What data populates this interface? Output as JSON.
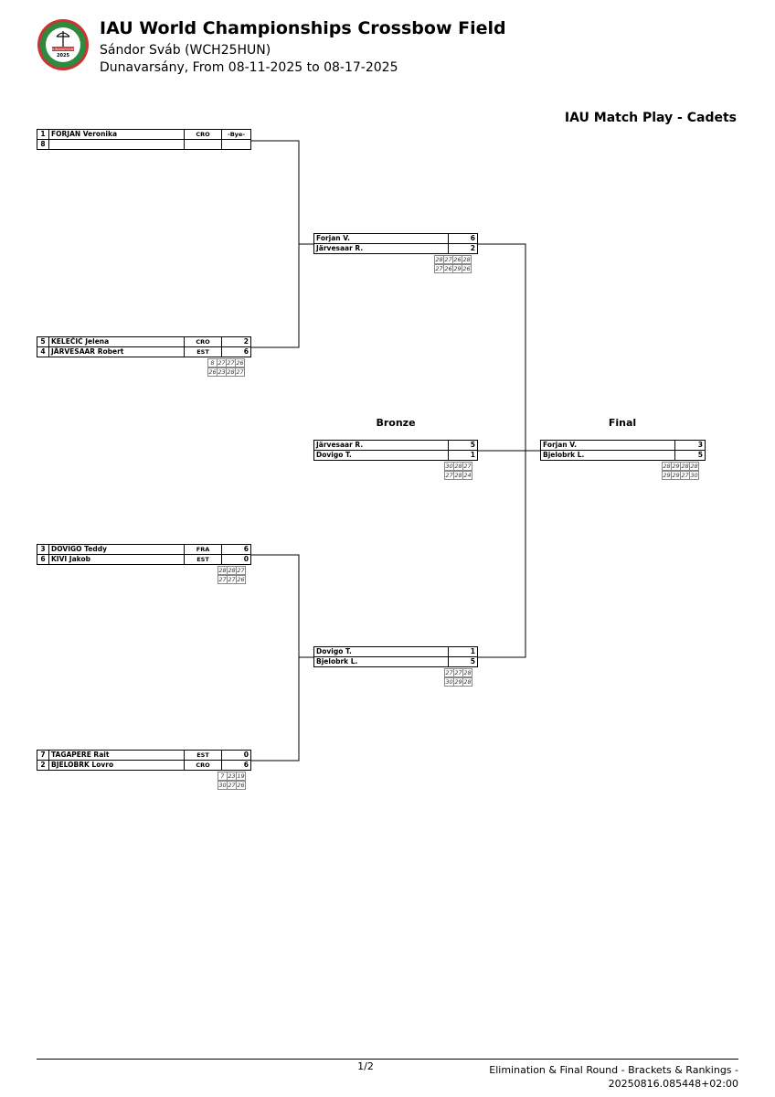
{
  "header": {
    "logo_text": "IAU FIELD CROSSBOW DUNAVARSÁNY 2025 WORLD CHAMPIONSHIPS",
    "title": "IAU World Championships Crossbow Field",
    "judge": "Sándor Sváb (WCH25HUN)",
    "venue_dates": "Dunavarsány, From 08-11-2025 to 08-17-2025"
  },
  "section_title": "IAU Match Play - Cadets",
  "labels": {
    "bronze": "Bronze",
    "final": "Final"
  },
  "round1": [
    {
      "rows": [
        {
          "seed": "1",
          "name": "FORJAN Veronika",
          "nat": "CRO",
          "score": "-Bye-"
        },
        {
          "seed": "8",
          "name": "",
          "nat": "",
          "score": ""
        }
      ],
      "ends": []
    },
    {
      "rows": [
        {
          "seed": "5",
          "name": "KELEČIĆ Jelena",
          "nat": "CRO",
          "score": "2"
        },
        {
          "seed": "4",
          "name": "JÄRVESAAR Robert",
          "nat": "EST",
          "score": "6"
        }
      ],
      "ends": [
        [
          "8",
          "27",
          "27",
          "26"
        ],
        [
          "26",
          "23",
          "28",
          "27"
        ]
      ]
    },
    {
      "rows": [
        {
          "seed": "3",
          "name": "DOVIGO Teddy",
          "nat": "FRA",
          "score": "6"
        },
        {
          "seed": "6",
          "name": "KIVI Jakob",
          "nat": "EST",
          "score": "0"
        }
      ],
      "ends": [
        [
          "28",
          "28",
          "27"
        ],
        [
          "27",
          "27",
          "26"
        ]
      ]
    },
    {
      "rows": [
        {
          "seed": "7",
          "name": "TAGAPERE Rait",
          "nat": "EST",
          "score": "0"
        },
        {
          "seed": "2",
          "name": "BJELOBRK Lovro",
          "nat": "CRO",
          "score": "6"
        }
      ],
      "ends": [
        [
          "7",
          "23",
          "19"
        ],
        [
          "30",
          "27",
          "26"
        ]
      ]
    }
  ],
  "round2": [
    {
      "rows": [
        {
          "name": "Forjan V.",
          "score": "6"
        },
        {
          "name": "Järvesaar R.",
          "score": "2"
        }
      ],
      "ends": [
        [
          "28",
          "27",
          "26",
          "28"
        ],
        [
          "27",
          "26",
          "29",
          "26"
        ]
      ]
    },
    {
      "rows": [
        {
          "name": "Dovigo T.",
          "score": "1"
        },
        {
          "name": "Bjelobrk L.",
          "score": "5"
        }
      ],
      "ends": [
        [
          "27",
          "27",
          "28"
        ],
        [
          "30",
          "29",
          "28"
        ]
      ]
    }
  ],
  "bronze": {
    "rows": [
      {
        "name": "Järvesaar R.",
        "score": "5"
      },
      {
        "name": "Dovigo T.",
        "score": "1"
      }
    ],
    "ends": [
      [
        "30",
        "28",
        "27"
      ],
      [
        "27",
        "28",
        "24"
      ]
    ]
  },
  "final": {
    "rows": [
      {
        "name": "Forjan V.",
        "score": "3"
      },
      {
        "name": "Bjelobrk L.",
        "score": "5"
      }
    ],
    "ends": [
      [
        "28",
        "29",
        "28",
        "28"
      ],
      [
        "29",
        "29",
        "27",
        "30"
      ]
    ]
  },
  "footer": {
    "page": "1/2",
    "line1": "Elimination & Final Round - Brackets & Rankings -",
    "line2": "20250816.085448+02:00"
  }
}
